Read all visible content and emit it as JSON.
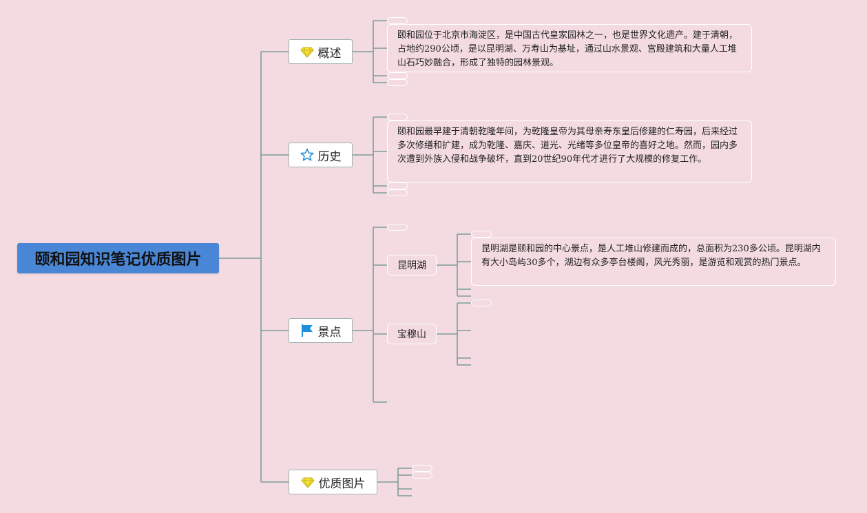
{
  "colors": {
    "background": "#f3dbe1",
    "root_fill": "#4a86d6",
    "line": "#7e9c97",
    "gem_icon": "#f4e23a",
    "star_icon": "#2a8fd6",
    "flag_icon": "#1f8fd9"
  },
  "root": {
    "label": "颐和园知识笔记优质图片"
  },
  "topics": {
    "overview": {
      "label": "概述",
      "icon": "gem-icon",
      "note": "颐和园位于北京市海淀区，是中国古代皇家园林之一，也是世界文化遗产。建于清朝，占地约290公顷，是以昆明湖、万寿山为基址，通过山水景观、宫殿建筑和大量人工堆山石巧妙融合，形成了独特的园林景观。"
    },
    "history": {
      "label": "历史",
      "icon": "star-icon",
      "note": "颐和园最早建于清朝乾隆年间，为乾隆皇帝为其母亲寿东皇后修建的仁寿园，后来经过多次修缮和扩建，成为乾隆、嘉庆、道光、光绪等多位皇帝的喜好之地。然而，园内多次遭到外族入侵和战争破坏，直到20世纪90年代才进行了大规模的修复工作。"
    },
    "sights": {
      "label": "景点",
      "icon": "flag-icon",
      "kunming": {
        "label": "昆明湖",
        "note": "昆明湖是颐和园的中心景点，是人工堆山修建而成的，总面积为230多公顷。昆明湖内有大小岛屿30多个，湖边有众多亭台楼阁，风光秀丽，是游览和观赏的热门景点。"
      },
      "wanshou": {
        "label": "宝穆山"
      }
    },
    "pictures": {
      "label": "优质图片",
      "icon": "gem-icon"
    }
  }
}
